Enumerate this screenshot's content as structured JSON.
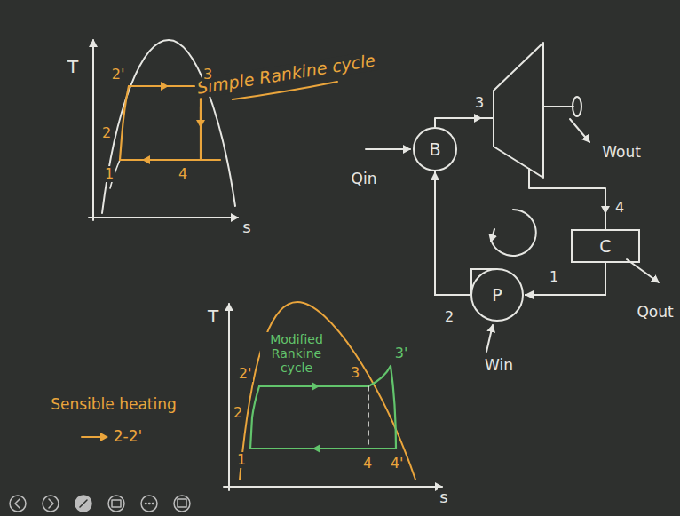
{
  "diagram": {
    "title": "Simple Rankine cycle",
    "nodes": [
      {
        "text": [
          "B"
        ]
      },
      {
        "text": [
          "C"
        ]
      },
      {
        "text": [
          "P"
        ]
      }
    ],
    "edges": [
      {
        "from": 1,
        "to": 2,
        "arrow": "to"
      },
      {
        "from": 2,
        "to": 0,
        "arrow": "to"
      }
    ],
    "labels": [
      "T",
      "s",
      "2'",
      "3",
      "2",
      "1",
      "4",
      "Modified Rankine cycle",
      "T",
      "s",
      "2'",
      "3",
      "3'",
      "2",
      "1",
      "4",
      "4'",
      "Sensible heating",
      "2-2'",
      "3",
      "Wout",
      "4",
      "Qout",
      "Qin",
      "2",
      "1",
      "Win"
    ]
  }
}
